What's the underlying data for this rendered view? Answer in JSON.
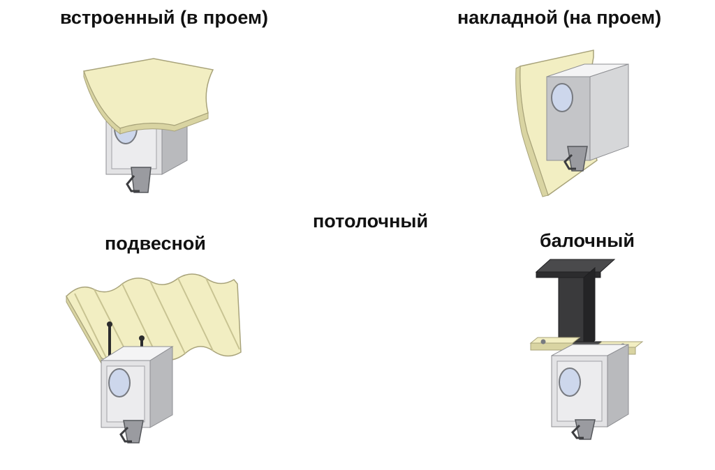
{
  "labels": {
    "builtin": "встроенный (в проем)",
    "overlay": "накладной (на проем)",
    "ceiling": "потолочный",
    "suspended": "подвесной",
    "beam": "балочный"
  },
  "colors": {
    "insulation": "#f2eec2",
    "insulation_shade": "#d9d4a2",
    "box_front": "#e3e3e5",
    "box_side": "#b9babd",
    "box_top": "#f4f4f5",
    "window": "#cdd7ec",
    "beam": "#3a3a3c",
    "beam_dark": "#242426"
  }
}
